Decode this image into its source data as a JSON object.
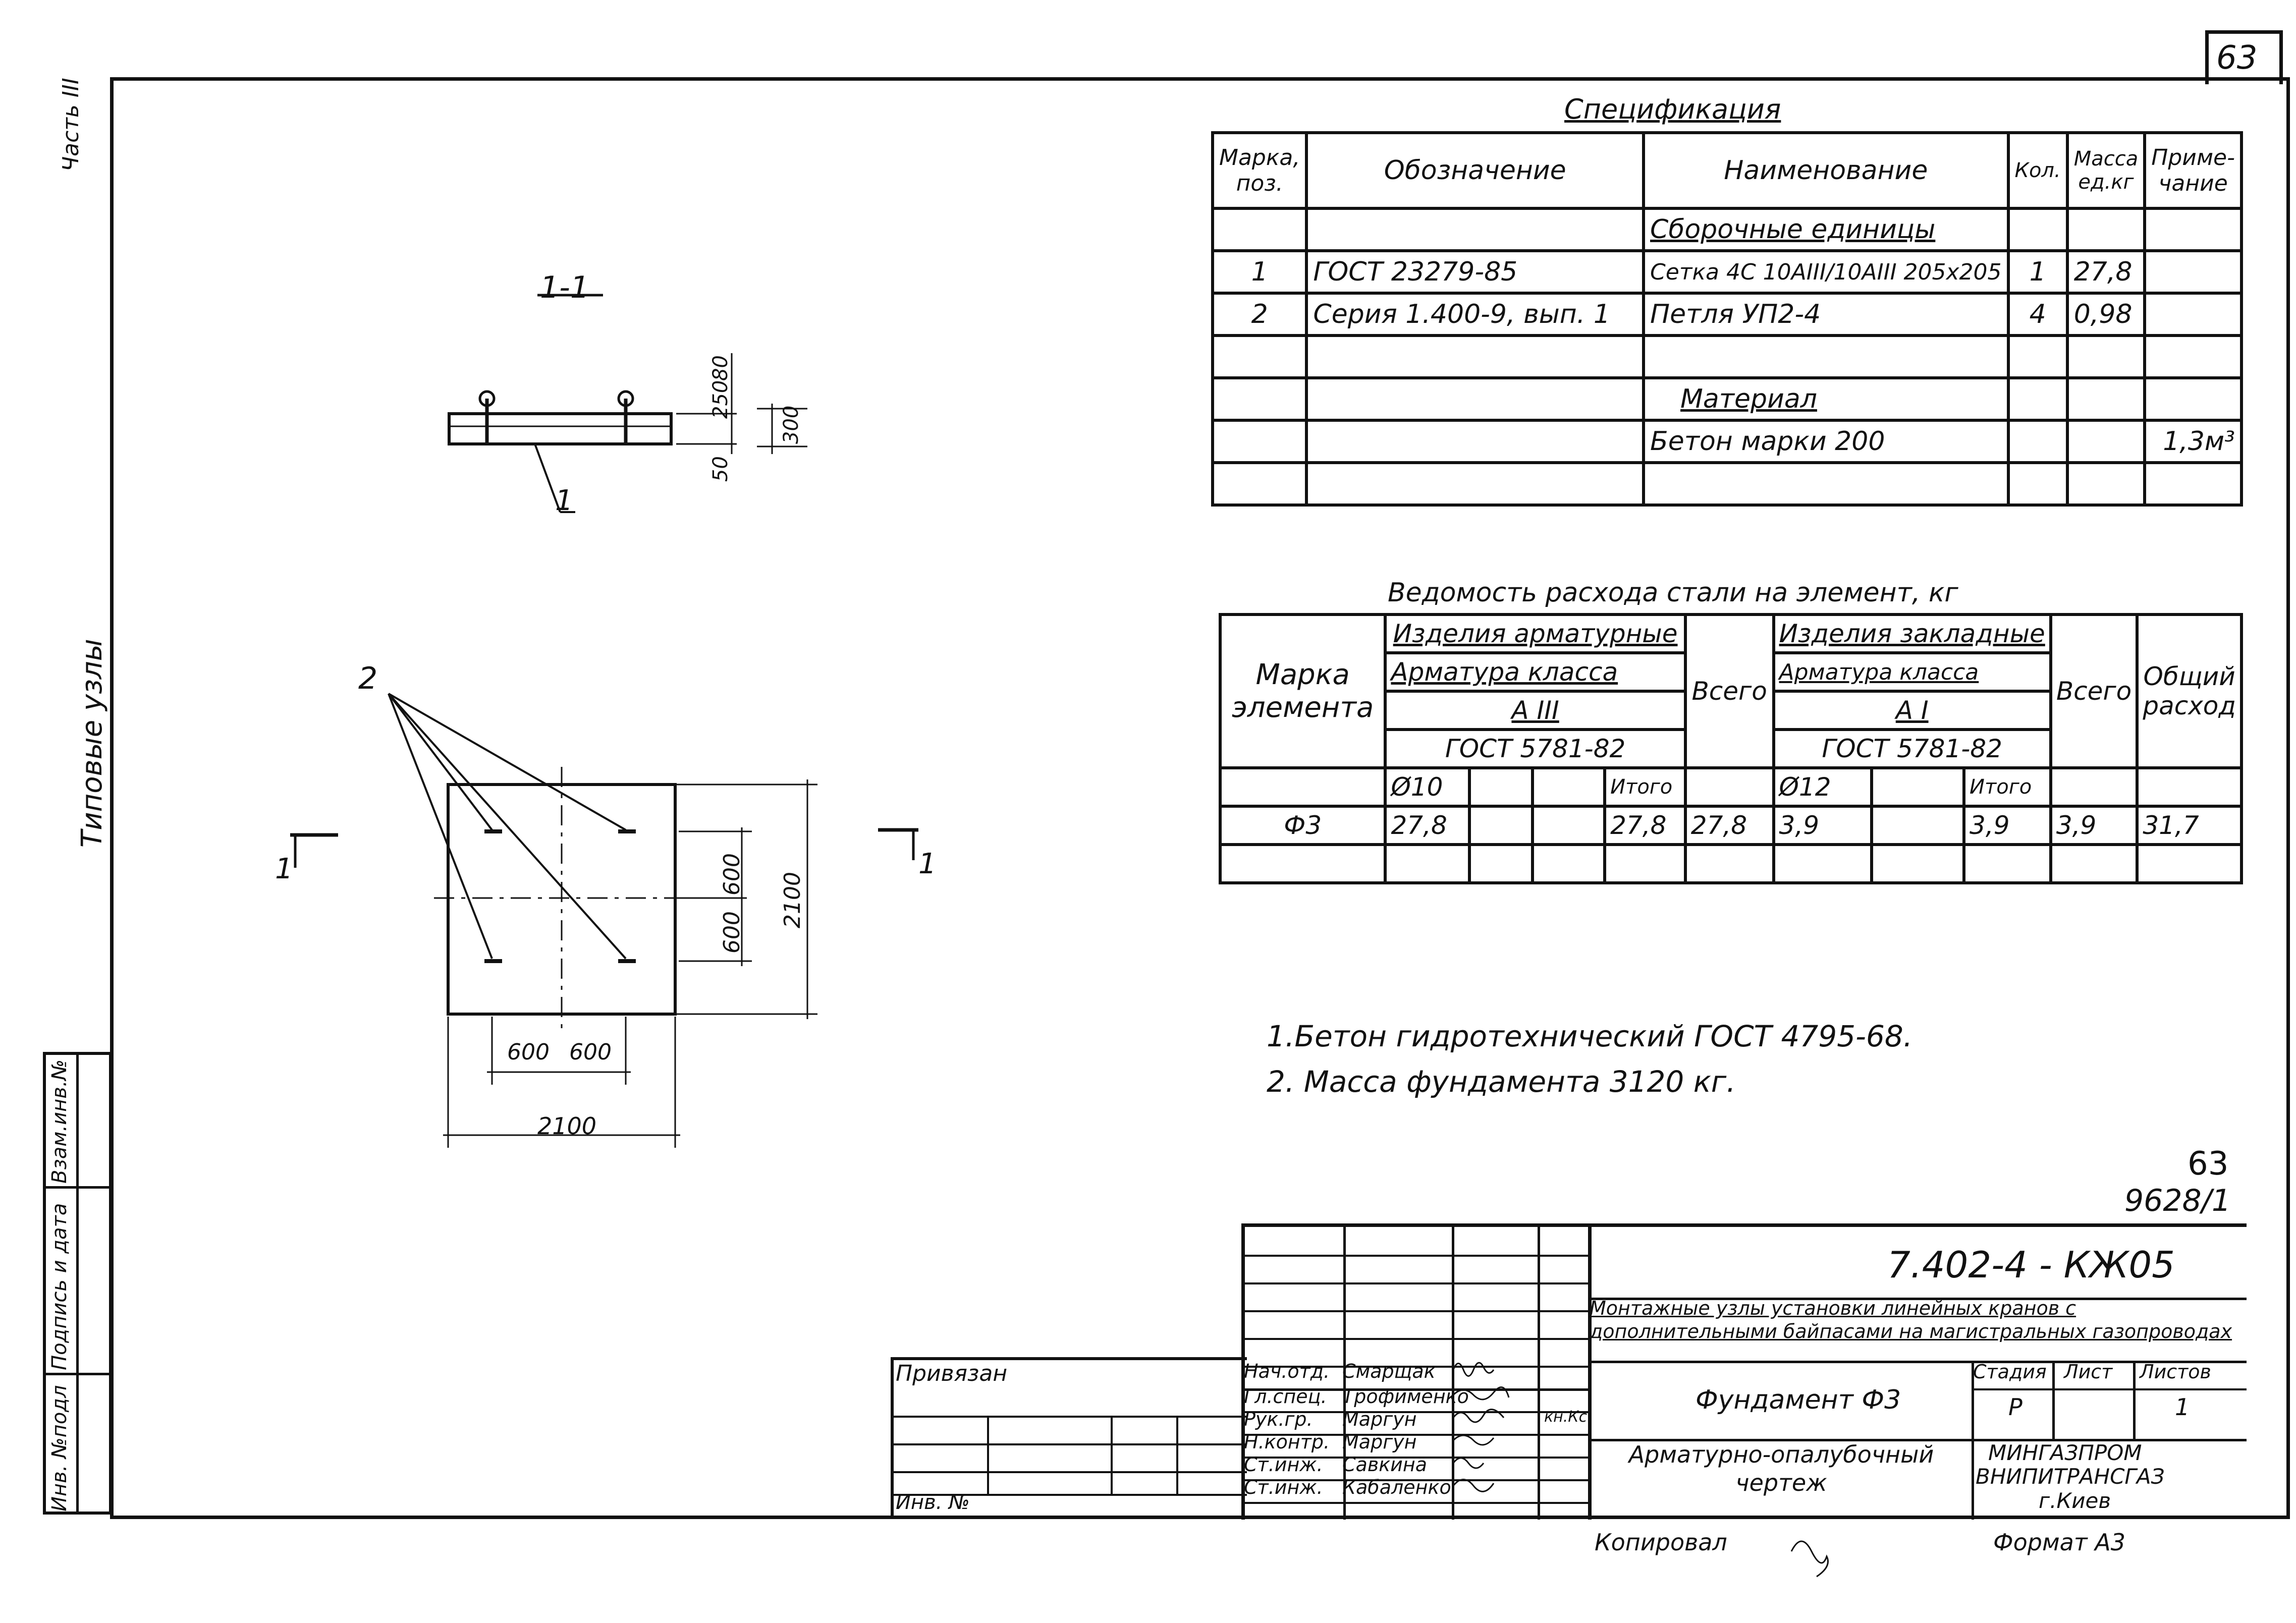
{
  "page_number": "63",
  "side_labels": {
    "part": "Часть III",
    "series": "Типовые узлы"
  },
  "side_stamp": [
    "Инв. №подл",
    "Подпись и дата",
    "Взам.инв.№"
  ],
  "section_view": {
    "section_label": "1-1",
    "dim_top": "250",
    "dim_mid": "80",
    "dim_total": "300",
    "dim_bottom": "50",
    "leader_1": "1"
  },
  "plan_view": {
    "leader_2": "2",
    "cut_mark_left": "1",
    "cut_mark_right": "1",
    "dim_600_a": "600",
    "dim_600_b": "600",
    "dim_2100_v": "2100",
    "dim_600_c": "600",
    "dim_600_d": "600",
    "dim_2100_h": "2100"
  },
  "specification": {
    "title": "Спецификация",
    "headers": [
      "Марка, поз.",
      "Обозначение",
      "Наименование",
      "Кол.",
      "Масса ед.кг",
      "Приме- чание"
    ],
    "rows": [
      [
        "",
        "",
        "Сборочные единицы",
        "",
        "",
        ""
      ],
      [
        "1",
        "ГОСТ 23279-85",
        "Сетка 4С 10AIII/10AIII 205x205",
        "1",
        "27,8",
        ""
      ],
      [
        "2",
        "Серия 1.400-9, вып. 1",
        "Петля УП2-4",
        "4",
        "0,98",
        ""
      ],
      [
        "",
        "",
        "",
        "",
        "",
        ""
      ],
      [
        "",
        "",
        "Материал",
        "",
        "",
        ""
      ],
      [
        "",
        "",
        "Бетон марки 200",
        "",
        "",
        "1,3м³"
      ],
      [
        "",
        "",
        "",
        "",
        "",
        ""
      ]
    ]
  },
  "steel": {
    "title": "Ведомость расхода стали на элемент, кг",
    "mark_header": "Марка элемента",
    "group_rebar": "Изделия арматурные",
    "group_embedded": "Изделия закладные",
    "rebar_class": "Арматура класса",
    "class_a3": "А III",
    "class_a1": "А I",
    "gost_a": "ГОСТ 5781-82",
    "gost_b": "ГОСТ 5781-82",
    "total": "Всего",
    "total_b": "Всего",
    "grand_total": "Общий расход",
    "d10": "Ø10",
    "d12": "Ø12",
    "subtotal_a": "Итого",
    "subtotal_b": "Итого",
    "row": {
      "mark": "Ф3",
      "d10": "27,8",
      "sub_a": "27,8",
      "total_a": "27,8",
      "d12": "3,9",
      "sub_b": "3,9",
      "total_b": "3,9",
      "grand": "31,7"
    }
  },
  "notes": [
    "1.Бетон гидротехнический ГОСТ 4795-68.",
    "2. Масса фундамента 3120 кг."
  ],
  "sheet_ref": {
    "num": "63",
    "code": "9628/1"
  },
  "title_block": {
    "doc_code": "7.402-4 - КЖ05",
    "project": "Монтажные узлы установки линейных кранов с дополнительными байпасами на магистральных газопроводах",
    "sheet_title": "Фундамент Ф3",
    "drawing_type": "Арматурно-опалубочный чертеж",
    "stage_header": "Стадия",
    "sheet_header": "Лист",
    "sheets_header": "Листов",
    "stage": "Р",
    "sheet": "",
    "sheets": "1",
    "org": [
      "МИНГАЗПРОМ",
      "ВНИПИТРАНСГАЗ",
      "г.Киев"
    ],
    "roles": [
      [
        "Нач.отд.",
        "Смарщак"
      ],
      [
        "Гл.спец.",
        "Трофименко"
      ],
      [
        "Рук.гр.",
        "Маргун"
      ],
      [
        "Н.контр.",
        "Маргун"
      ],
      [
        "Ст.инж.",
        "Савкина"
      ],
      [
        "Ст.инж.",
        "Кабаленко"
      ]
    ],
    "norm_control_note": "кн.Кс",
    "binding": "Привязан",
    "inv_no": "Инв. №",
    "copied_by": "Копировал",
    "format": "Формат А3"
  }
}
